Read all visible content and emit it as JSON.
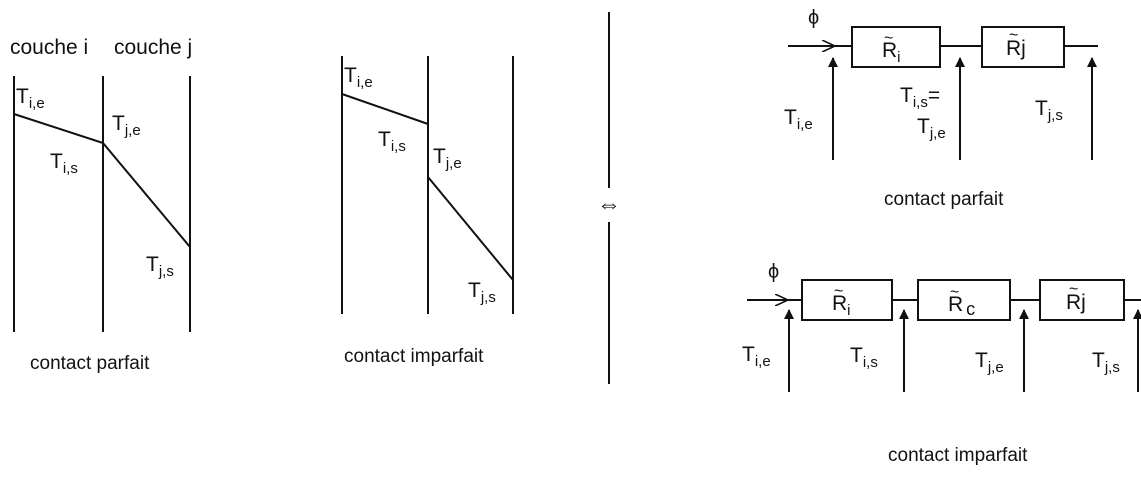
{
  "left": {
    "layer_labels": {
      "i": "couche i",
      "j": "couche j"
    },
    "perfect": {
      "caption": "contact parfait",
      "T_ie": {
        "base": "T",
        "sub": "i,e"
      },
      "T_is": {
        "base": "T",
        "sub": "i,s"
      },
      "T_je": {
        "base": "T",
        "sub": "j,e"
      },
      "T_js": {
        "base": "T",
        "sub": "j,s"
      }
    },
    "imperfect": {
      "caption": "contact imparfait",
      "T_ie": {
        "base": "T",
        "sub": "i,e"
      },
      "T_is": {
        "base": "T",
        "sub": "i,s"
      },
      "T_je": {
        "base": "T",
        "sub": "j,e"
      },
      "T_js": {
        "base": "T",
        "sub": "j,s"
      }
    }
  },
  "equivalence_symbol": "⇔",
  "circuits": {
    "perfect": {
      "flux": "ϕ",
      "caption": "contact parfait",
      "R_i": {
        "base": "R",
        "sub": "i",
        "tilde": "~"
      },
      "R_j": {
        "base": "Rj",
        "tilde": "~"
      },
      "T_ie": {
        "base": "T",
        "sub": "i,e"
      },
      "T_is": {
        "base": "T",
        "sub": "i,s",
        "suffix": "="
      },
      "T_je": {
        "base": "T",
        "sub": "j,e"
      },
      "T_js": {
        "base": "T",
        "sub": "j,s"
      }
    },
    "imperfect": {
      "flux": "ϕ",
      "caption": "contact imparfait",
      "R_i": {
        "base": "R",
        "sub": "i",
        "tilde": "~"
      },
      "R_c": {
        "base": "R",
        "sub": "c",
        "tilde": "~"
      },
      "R_j": {
        "base": "Rj",
        "tilde": "~"
      },
      "T_ie": {
        "base": "T",
        "sub": "i,e"
      },
      "T_is": {
        "base": "T",
        "sub": "i,s"
      },
      "T_je": {
        "base": "T",
        "sub": "j,e"
      },
      "T_js": {
        "base": "T",
        "sub": "j,s"
      }
    }
  }
}
